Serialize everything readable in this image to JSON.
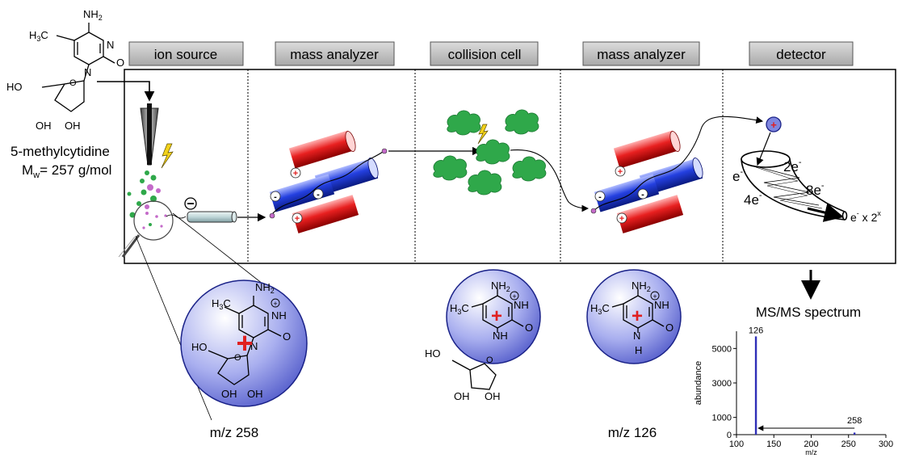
{
  "stages": [
    "ion source",
    "mass analyzer",
    "collision cell",
    "mass analyzer",
    "detector"
  ],
  "compound": {
    "name": "5-methylcytidine",
    "mw_prefix": "M",
    "mw_sub": "w",
    "mw_value": "= 257 g/mol",
    "atoms": {
      "nh2": "NH",
      "nh2_sub": "2",
      "h3c": "H",
      "h3c_sub": "3",
      "h3c_c": "C",
      "n": "N",
      "o": "O",
      "ho": "HO",
      "oh": "OH"
    }
  },
  "ions": {
    "precursor_label": "m/z 258",
    "fragment_label": "m/z 126",
    "atoms": {
      "nh2": "NH",
      "nh2_sub": "2",
      "h3c": "H",
      "h3c_sub": "3",
      "h3c_c": "C",
      "nh_plus": "NH",
      "n": "N",
      "nh": "NH",
      "h": "H",
      "o": "O",
      "ho": "HO",
      "oh": "OH"
    },
    "charge_symbol": "+",
    "charge_circled": "+"
  },
  "detector": {
    "electron": "e",
    "electron_sup": "-",
    "cascade": [
      {
        "count": "2e",
        "sup": "-"
      },
      {
        "count": "4e",
        "sup": "-"
      },
      {
        "count": "8e",
        "sup": "-"
      }
    ],
    "gain_prefix": "e",
    "gain_sup": "-",
    "gain_mid": " x 2",
    "gain_exp": "x"
  },
  "msms_title": "MS/MS spectrum",
  "chart_data": {
    "type": "bar",
    "title": "",
    "xlabel": "m/z",
    "ylabel": "abundance",
    "xlim": [
      100,
      300
    ],
    "ylim": [
      0,
      6000
    ],
    "xticks": [
      100,
      150,
      200,
      250,
      300
    ],
    "yticks": [
      0,
      1000,
      3000,
      5000
    ],
    "peaks": [
      {
        "mz": 126,
        "abundance": 5700,
        "label": "126"
      },
      {
        "mz": 258,
        "abundance": 120,
        "label": "258"
      }
    ],
    "color": "#2f2fb8"
  },
  "colors": {
    "positive_rod": "#e02020",
    "negative_rod": "#2a44d8",
    "gas": "#2fa84a",
    "ion_sphere": "#7f86df",
    "header_box": "#bdbdbd"
  }
}
